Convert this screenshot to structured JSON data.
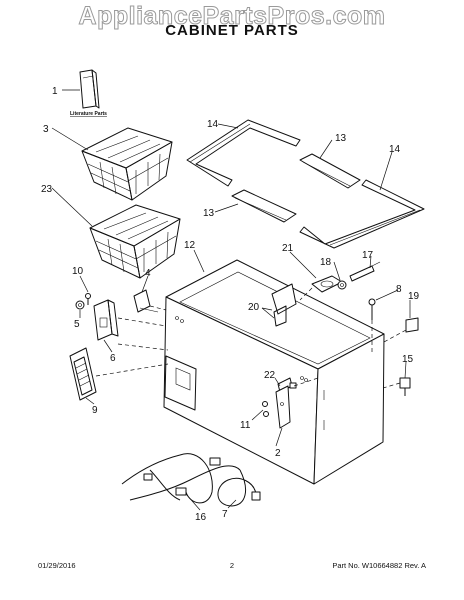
{
  "watermark": "AppliancePartsPros.com",
  "title": "CABINET PARTS",
  "literature_label": "Literature Parts",
  "callouts": {
    "c1": "1",
    "c2": "2",
    "c3": "3",
    "c4": "4",
    "c5": "5",
    "c6": "6",
    "c7": "7",
    "c8": "8",
    "c9": "9",
    "c10": "10",
    "c11": "11",
    "c12": "12",
    "c13a": "13",
    "c13b": "13",
    "c14a": "14",
    "c14b": "14",
    "c15": "15",
    "c16": "16",
    "c17": "17",
    "c18": "18",
    "c19": "19",
    "c20": "20",
    "c21": "21",
    "c22": "22",
    "c23": "23"
  },
  "footer": {
    "date": "01/29/2016",
    "page": "2",
    "part_no": "Part No. W10664882  Rev. A"
  }
}
